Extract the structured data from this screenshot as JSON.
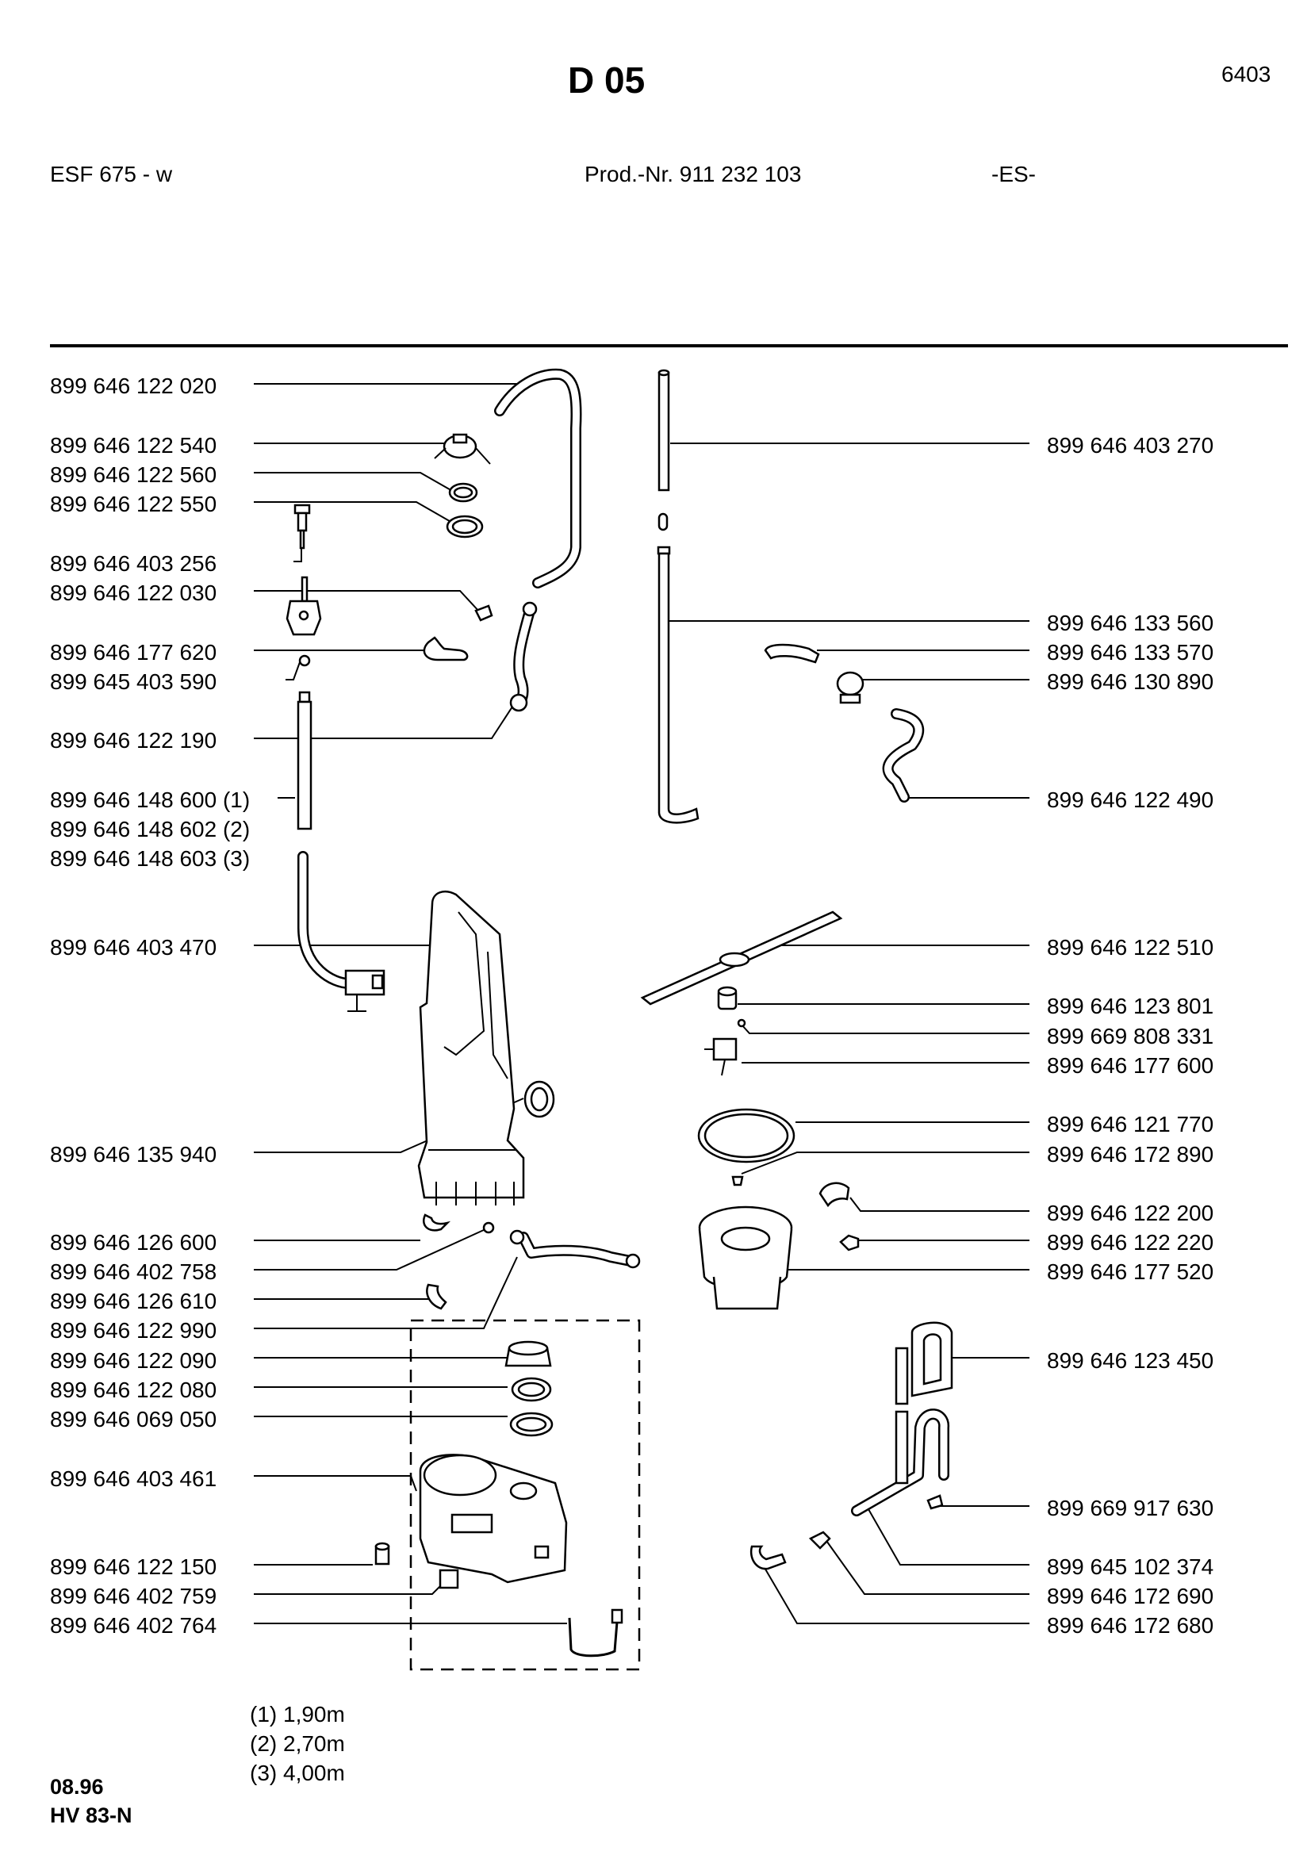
{
  "header": {
    "title": "D 05",
    "page_number": "6403",
    "model": "ESF 675 - w",
    "prod_nr": "Prod.-Nr. 911 232 103",
    "country": "-ES-"
  },
  "parts_left": [
    "899 646 122 020",
    "899 646 122 540",
    "899 646 122 560",
    "899 646 122 550",
    "899 646 403 256",
    "899 646 122 030",
    "899 646 177 620",
    "899 645 403 590",
    "899 646 122 190",
    "899 646 148 600 (1)",
    "899 646 148 602 (2)",
    "899 646 148 603 (3)",
    "899 646 403 470",
    "899 646 135 940",
    "899 646 126 600",
    "899 646 402 758",
    "899 646 126 610",
    "899 646 122 990",
    "899 646 122 090",
    "899 646 122 080",
    "899 646 069 050",
    "899 646 403 461",
    "899 646 122 150",
    "899 646 402 759",
    "899 646 402 764"
  ],
  "parts_right": [
    "899 646 403 270",
    "899 646 133 560",
    "899 646 133 570",
    "899 646 130 890",
    "899 646 122 490",
    "899 646 122 510",
    "899 646 123 801",
    "899 669 808 331",
    "899 646 177 600",
    "899 646 121 770",
    "899 646 172 890",
    "899 646 122 200",
    "899 646 122 220",
    "899 646 177 520",
    "899 646 123 450",
    "899 669 917 630",
    "899 645 102 374",
    "899 646 172 690",
    "899 646 172 680"
  ],
  "lengths": [
    "(1) 1,90m",
    "(2) 2,70m",
    "(3) 4,00m"
  ],
  "footer": {
    "date": "08.96",
    "code": "HV 83-N"
  }
}
